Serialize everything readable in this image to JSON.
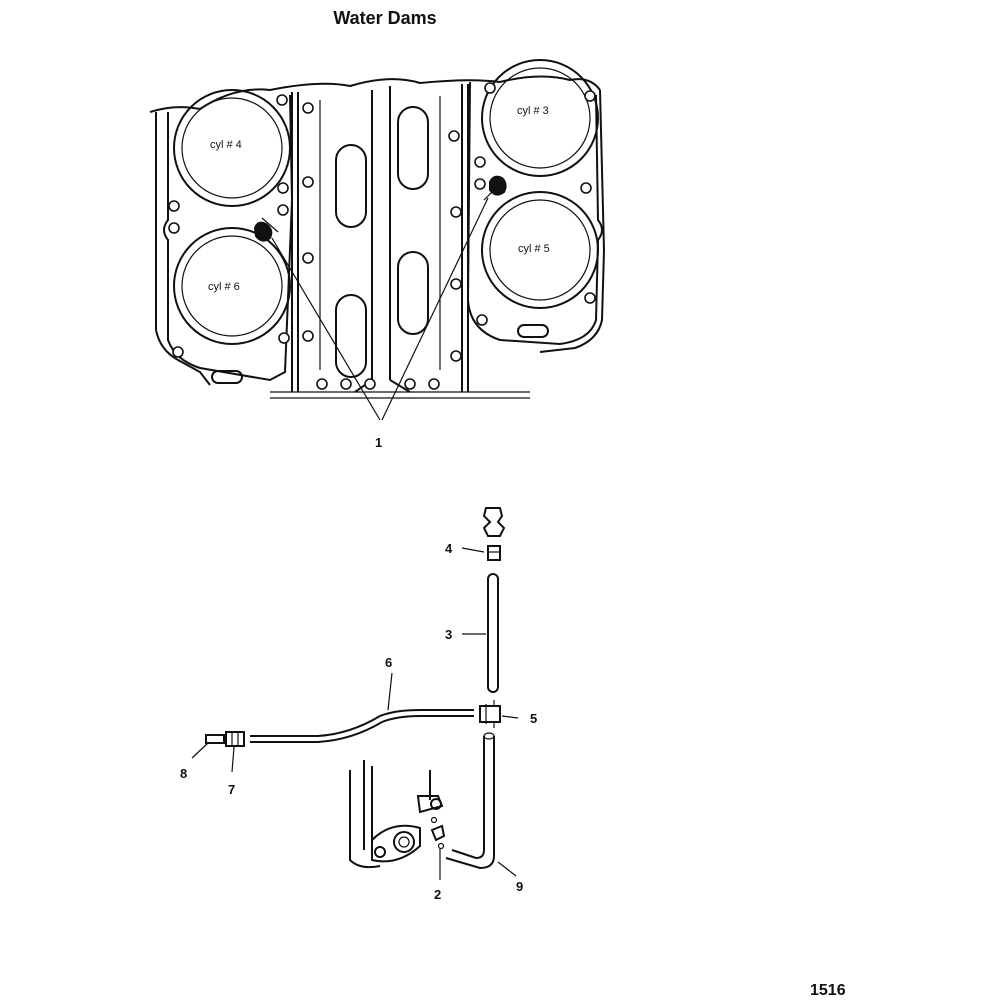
{
  "title": "Water Dams",
  "page_number": "1516",
  "cylinder_labels": {
    "cyl4": "cyl # 4",
    "cyl3": "cyl # 3",
    "cyl6": "cyl # 6",
    "cyl5": "cyl # 5"
  },
  "callouts": {
    "c1": "1",
    "c2": "2",
    "c3": "3",
    "c4": "4",
    "c5": "5",
    "c6": "6",
    "c7": "7",
    "c8": "8",
    "c9": "9"
  }
}
